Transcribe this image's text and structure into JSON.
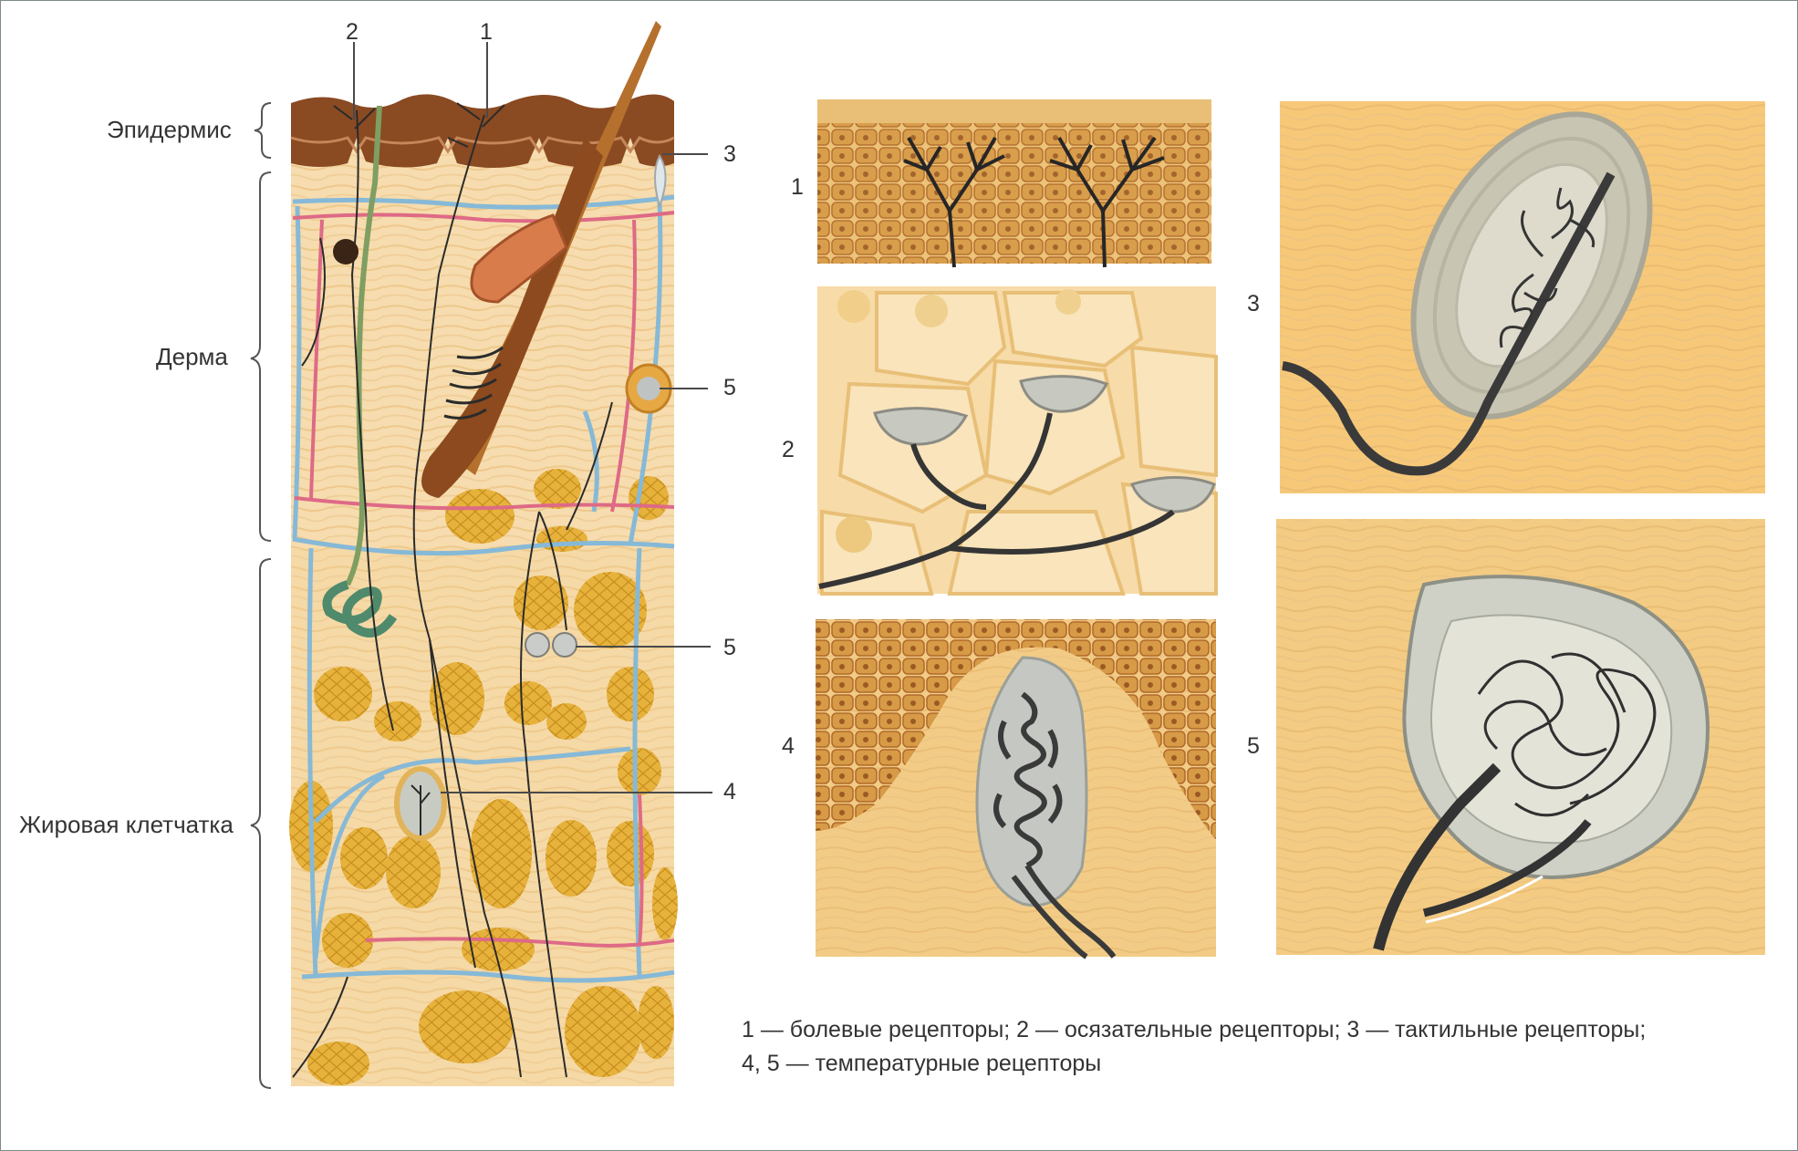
{
  "layers": [
    {
      "id": "epidermis",
      "label": "Эпидермис"
    },
    {
      "id": "dermis",
      "label": "Дерма"
    },
    {
      "id": "fat",
      "label": "Жировая клетчатка"
    }
  ],
  "main_markers": [
    "2",
    "1",
    "3",
    "5",
    "5",
    "4"
  ],
  "panel_numbers": [
    "1",
    "2",
    "4",
    "3",
    "5"
  ],
  "caption": {
    "line1": "1 — болевые рецепторы; 2 — осязательные рецепторы; 3 — тактильные рецепторы;",
    "line2": "4, 5 — температурные рецепторы"
  },
  "colors": {
    "epidermis": "#8a4a22",
    "dermis": "#f6dcae",
    "fat_lobule": "#e9b846",
    "vein": "#86b9d7",
    "artery": "#de6a86",
    "nerve": "#2b2b2b",
    "receptor_capsule": "#bfbfb4",
    "tissue": "#f3c477"
  }
}
